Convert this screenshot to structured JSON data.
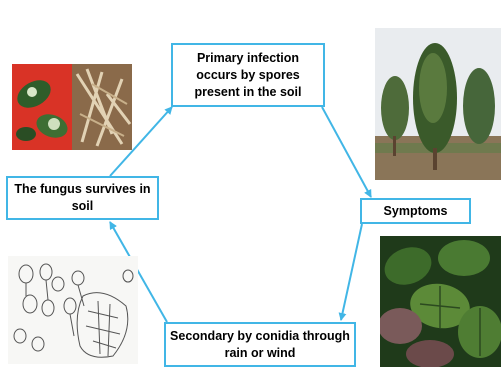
{
  "cycle": {
    "primary_infection": "Primary infection occurs by  spores present in the soil",
    "symptoms": "Symptoms",
    "secondary_spread": "Secondary by conidia through rain or wind",
    "fungus_survives": "The fungus survives in soil"
  },
  "colors": {
    "arrow": "#41b6e6",
    "box_border": "#41b6e6",
    "box_text": "#000000"
  },
  "images": {
    "top_left": "infected-leaf-and-root-photo",
    "top_right": "diseased-pepper-vines-field-photo",
    "bottom_left": "fungal-spores-microscope-drawing",
    "bottom_right": "symptomatic-pepper-leaves-photo"
  }
}
